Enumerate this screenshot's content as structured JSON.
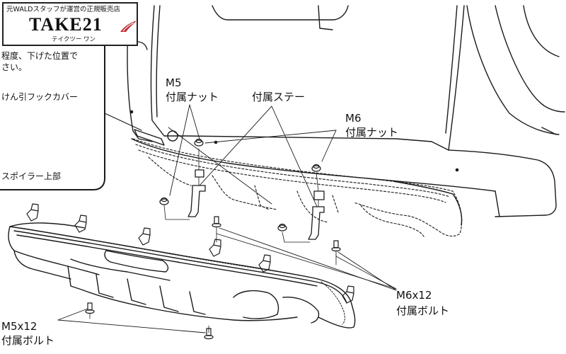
{
  "logo": {
    "tagline": "元WALDスタッフが運営の正規販売店",
    "brand": "TAKE21",
    "reading": "テイクツー ワン",
    "mark_color": "#c0282d"
  },
  "instructions": {
    "line1": "程度、下げた位置で",
    "line2": "さい。",
    "line3": "けん引フックカバー",
    "line4": "スポイラー上部"
  },
  "callouts": {
    "m5_nut_size": "M5",
    "m5_nut_label": "付属ナット",
    "stay_label": "付属ステー",
    "m6_nut_size": "M6",
    "m6_nut_label": "付属ナット",
    "m6_bolt_size": "M6x12",
    "m6_bolt_label": "付属ボルト",
    "m5_bolt_size": "M5x12",
    "m5_bolt_label": "付属ボルト"
  }
}
